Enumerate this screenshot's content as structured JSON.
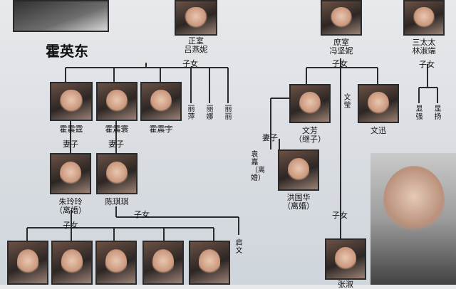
{
  "people": {
    "huo_yingdong": "霍英东",
    "lu_yanni": [
      "正室",
      "吕燕妮"
    ],
    "feng_jianni": [
      "庶室",
      "冯坚妮"
    ],
    "lin_shuduan": [
      "三太太",
      "林淑端"
    ],
    "huo_zhenting": "霍震霆",
    "huo_zhenhuan": "霍震寰",
    "huo_zhenyu": "霍震宇",
    "wenfang": "文芳",
    "wenfang_note": "（继子）",
    "wenxun": "文迅",
    "zhu_lingling": [
      "朱玲玲",
      "（离婚）"
    ],
    "chen_qiqi": "陈琪琪",
    "hong_guohua": [
      "洪国华",
      "（离婚）"
    ],
    "yuan_jia": "袁嘉（离婚）",
    "wen_ying": "文莹",
    "daughter_1": "丽萍",
    "daughter_2": "丽娜",
    "daughter_3": "丽丽",
    "son_1": "显强",
    "son_2": "显扬",
    "qi_wen": "启文",
    "zhang_shu": "张淑"
  },
  "relations": {
    "children": "子女",
    "wife": "妻子"
  }
}
